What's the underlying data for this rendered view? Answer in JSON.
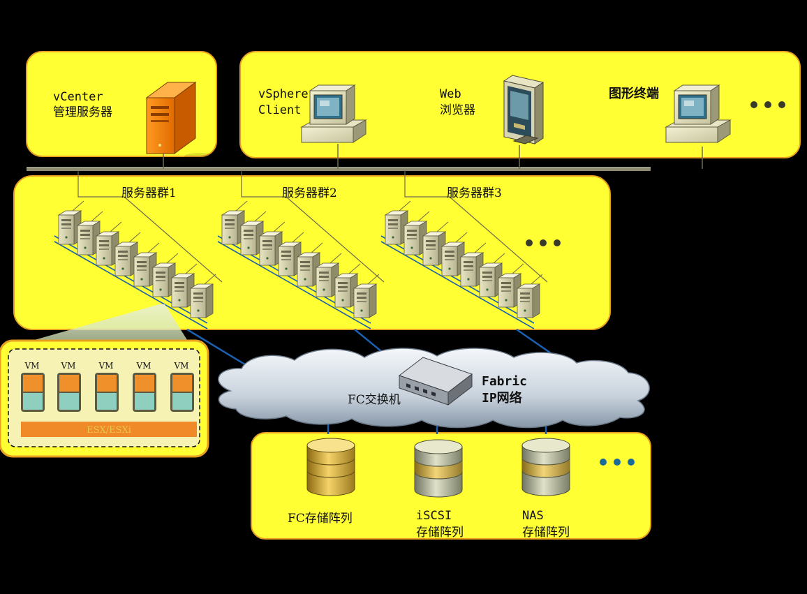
{
  "labels": {
    "vcenter_line1": "vCenter",
    "vcenter_line2": "管理服务器",
    "vsphere_line1": "vSphere",
    "vsphere_line2": "Client",
    "web_line1": "Web",
    "web_line2": "浏览器",
    "terminal": "图形终端",
    "cluster1": "服务器群1",
    "cluster2": "服务器群2",
    "cluster3": "服务器群3",
    "vm": "VM",
    "esx": "ESX/ESXi",
    "fc_switch": "FC交换机",
    "fabric_line1": "Fabric",
    "fabric_line2": "IP网络",
    "fc_storage": "FC存储阵列",
    "iscsi_line1": "iSCSI",
    "iscsi_line2": "存储阵列",
    "nas_line1": "NAS",
    "nas_line2": "存储阵列"
  },
  "colors": {
    "panel": "#ffff33",
    "panel_border": "#e8a020",
    "vcenter_server": "#ff8a10",
    "link": "#1a5fb0",
    "vm_top": "#f0902a",
    "vm_bottom": "#8fcfc0",
    "esx_bar": "#f08a28"
  }
}
